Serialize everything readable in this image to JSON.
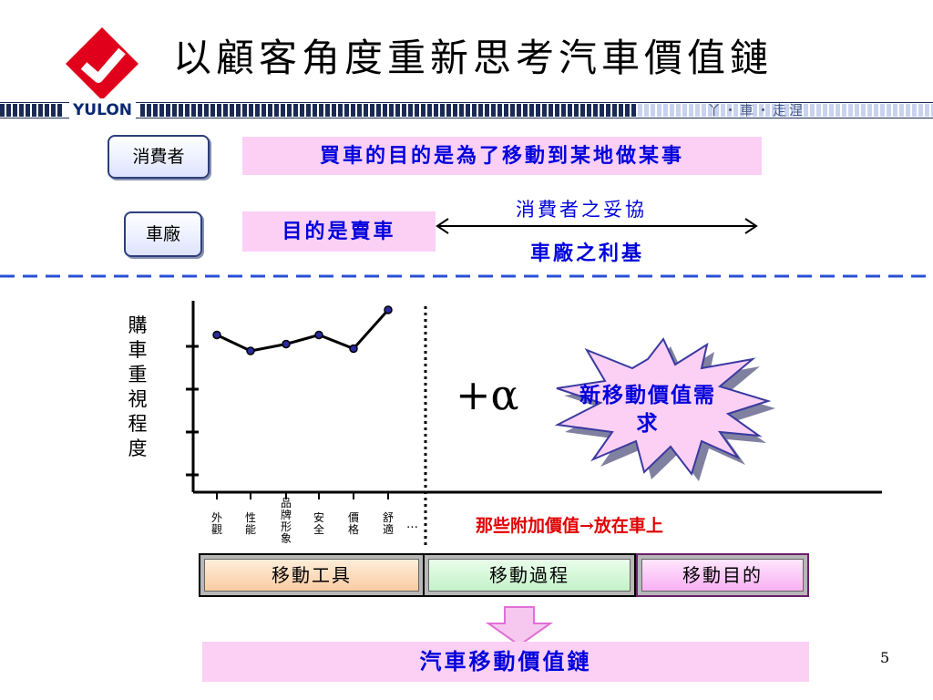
{
  "title": "以顧客角度重新思考汽車價值鏈",
  "header": {
    "brand": "YULON",
    "slogan": "丫・車・走涅",
    "colors": {
      "logo_red": "#e0001b",
      "stripe_dark": "#1a2a55",
      "stripe_light": "#c9d3ef"
    }
  },
  "rows": {
    "consumer": {
      "label": "消費者",
      "purpose": "買車的目的是為了移動到某地做某事"
    },
    "maker": {
      "label": "車廠",
      "purpose": "目的是賣車"
    },
    "tension": {
      "left": "消費者之妥協",
      "right": "車廠之利基"
    }
  },
  "chart": {
    "ylabel": "購車重視程度",
    "categories": [
      "外觀",
      "性能",
      "品牌形象",
      "安全",
      "價格",
      "舒適"
    ],
    "ellipsis": "…",
    "alpha_text": "+α",
    "starburst_text": "新移動價值需求",
    "added_value_text": "那些附加價值→放在車上"
  },
  "chart_data": {
    "type": "line",
    "categories": [
      "外觀",
      "性能",
      "品牌形象",
      "安全",
      "價格",
      "舒適"
    ],
    "series": [
      {
        "values": [
          3.45,
          3.1,
          3.25,
          3.45,
          3.15,
          4.0
        ]
      }
    ],
    "ylabel": "購車重視程度",
    "ylim": [
      0,
      4.2
    ],
    "grid": false
  },
  "chain": {
    "items": [
      "移動工具",
      "移動過程",
      "移動目的"
    ],
    "label": "汽車移動價值鏈"
  },
  "page_number": "5",
  "colors": {
    "accent_blue": "#0000dd",
    "accent_red": "#e00000",
    "highlight_pink": "#fbd0f4",
    "divider_blue": "#2a4fd6"
  }
}
